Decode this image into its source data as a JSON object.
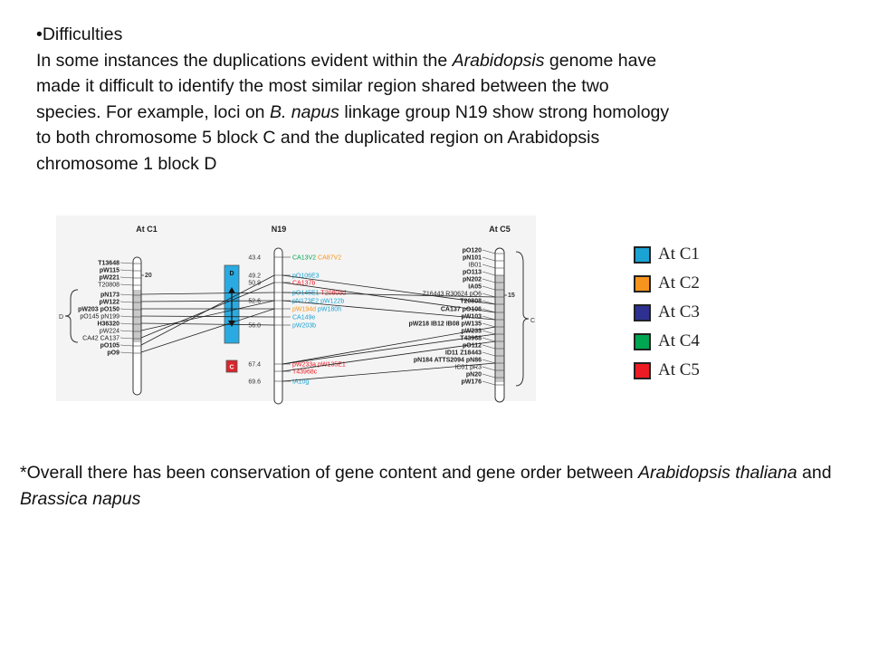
{
  "intro": {
    "heading": "•Difficulties",
    "paragraph": [
      {
        "t": "In some instances the duplications evident within the "
      },
      {
        "t": "Arabidopsis",
        "i": true
      },
      {
        "t": " genome have made it difficult to identify the most similar region shared between the two species. For example, loci on "
      },
      {
        "t": "B. napus",
        "i": true
      },
      {
        "t": " linkage group N19 show strong homology to both chromosome 5 block C and the duplicated region on Arabidopsis chromosome 1 block D"
      }
    ]
  },
  "outro": [
    {
      "t": "*Overall there has been conservation of gene content and gene order between "
    },
    {
      "t": "Arabidopsis thaliana",
      "i": true
    },
    {
      "t": " and "
    },
    {
      "t": "Brassica napus",
      "i": true
    }
  ],
  "colors": {
    "C1": "#1aa3d4",
    "C2": "#f7941d",
    "C3": "#2e3192",
    "C4": "#00a651",
    "C5": "#ed1c24",
    "block_D": "#29abe2",
    "block_C": "#d9262c"
  },
  "legend": [
    {
      "label": "At C1",
      "color": "#1aa3d4"
    },
    {
      "label": "At C2",
      "color": "#f7941d"
    },
    {
      "label": "At C3",
      "color": "#2e3192"
    },
    {
      "label": "At C4",
      "color": "#00a651"
    },
    {
      "label": "At C5",
      "color": "#ed1c24"
    }
  ],
  "diagram": {
    "chr_left": {
      "title": "At C1",
      "scale_mark": "20",
      "block_label": "D",
      "loci": [
        {
          "text": "T13648",
          "bold": true
        },
        {
          "text": "pW115",
          "bold": true
        },
        {
          "text": "pW221",
          "bold": true
        },
        {
          "text": "T20808",
          "bold": false
        },
        {
          "text": "pN173",
          "bold": true
        },
        {
          "text": "pW122",
          "bold": true
        },
        {
          "text": "pW203 pO150",
          "bold": true
        },
        {
          "text": "pO145 pN199",
          "bold": false
        },
        {
          "text": "H36320",
          "bold": true
        },
        {
          "text": "pW224",
          "bold": false
        },
        {
          "text": "CA42 CA137",
          "bold": false
        },
        {
          "text": "pO105",
          "bold": true
        },
        {
          "text": "pO9",
          "bold": true
        }
      ]
    },
    "linkage_group": {
      "title": "N19",
      "block_D_label": "D",
      "block_C_label": "C",
      "markers": [
        {
          "pos": "43.4",
          "parts": [
            {
              "t": "CA13V2",
              "c": "C4"
            },
            {
              "t": " CA87V2",
              "c": "C2"
            }
          ]
        },
        {
          "pos": "49.2",
          "parts": [
            {
              "t": "pO106E3",
              "c": "C1"
            }
          ]
        },
        {
          "pos": "50.9",
          "parts": [
            {
              "t": "CA137b",
              "c": "C5"
            }
          ]
        },
        {
          "pos": "",
          "parts": [
            {
              "t": "pO145E1",
              "c": "C1"
            },
            {
              "t": " T20808d",
              "c": "C5"
            }
          ]
        },
        {
          "pos": "52.6",
          "parts": [
            {
              "t": "pN173E2 pW122b",
              "c": "C1"
            }
          ]
        },
        {
          "pos": "",
          "parts": [
            {
              "t": "pW194d",
              "c": "C2"
            },
            {
              "t": " pW180h",
              "c": "C1"
            }
          ]
        },
        {
          "pos": "",
          "parts": [
            {
              "t": "CA149e",
              "c": "C1"
            }
          ]
        },
        {
          "pos": "56.0",
          "parts": [
            {
              "t": "pW203b",
              "c": "C1"
            }
          ]
        },
        {
          "pos": "67.4",
          "parts": [
            {
              "t": "pW233a pW135E1",
              "c": "C5"
            }
          ]
        },
        {
          "pos": "",
          "parts": [
            {
              "t": "T43968c",
              "c": "C5"
            }
          ]
        },
        {
          "pos": "69.6",
          "parts": [
            {
              "t": "IA10g",
              "c": "C1"
            }
          ]
        }
      ]
    },
    "chr_right": {
      "title": "At C5",
      "scale_mark": "15",
      "block_label": "C",
      "loci": [
        {
          "text": "pO120",
          "bold": true
        },
        {
          "text": "pN101",
          "bold": true
        },
        {
          "text": "IB01",
          "bold": false
        },
        {
          "text": "pO113",
          "bold": true
        },
        {
          "text": "pN202",
          "bold": true
        },
        {
          "text": "IA05",
          "bold": true
        },
        {
          "text": "Z16443 R30624 pO6",
          "bold": false
        },
        {
          "text": "T20808",
          "bold": true
        },
        {
          "text": "CA137 pO106",
          "bold": true
        },
        {
          "text": "pW103",
          "bold": true
        },
        {
          "text": "pW218 IB12 IB08 pW135",
          "bold": true
        },
        {
          "text": "pW233",
          "bold": true
        },
        {
          "text": "T43968",
          "bold": true
        },
        {
          "text": "pO112",
          "bold": true
        },
        {
          "text": "ID11 Z18443",
          "bold": true
        },
        {
          "text": "pN184 ATTS2094 pN86",
          "bold": true
        },
        {
          "text": "IC01 pR3",
          "bold": false
        },
        {
          "text": "pN20",
          "bold": true
        },
        {
          "text": "pW176",
          "bold": true
        }
      ]
    }
  }
}
